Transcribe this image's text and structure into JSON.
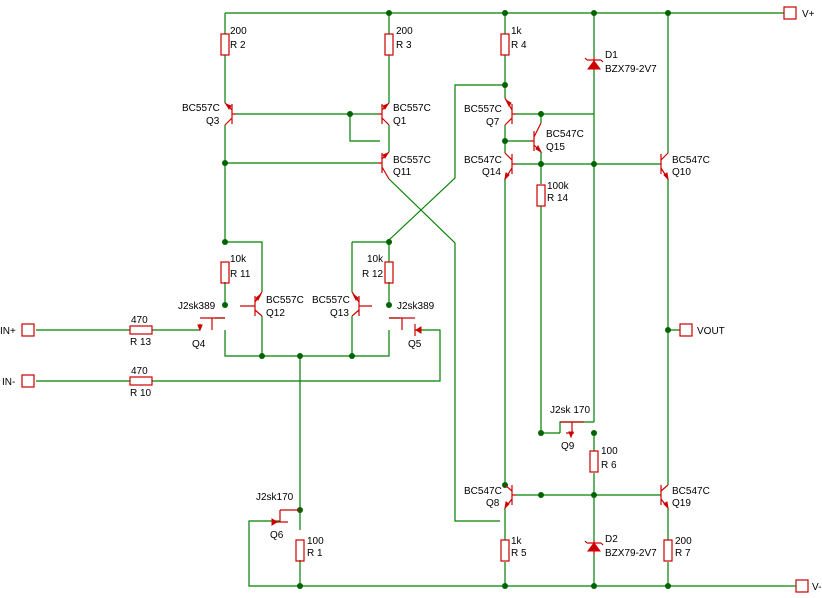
{
  "ports": {
    "vplus": "V+",
    "vminus": "V-",
    "vout": "VOUT",
    "inplus": "IN+",
    "inminus": "IN-"
  },
  "components": {
    "r2": {
      "value": "200",
      "ref": "R 2"
    },
    "r3": {
      "value": "200",
      "ref": "R 3"
    },
    "r4": {
      "value": "1k",
      "ref": "R 4"
    },
    "r11": {
      "value": "10k",
      "ref": "R 11"
    },
    "r12": {
      "value": "10k",
      "ref": "R 12"
    },
    "r13": {
      "value": "470",
      "ref": "R 13"
    },
    "r10": {
      "value": "470",
      "ref": "R 10"
    },
    "r14": {
      "value": "100k",
      "ref": "R 14"
    },
    "r6": {
      "value": "100",
      "ref": "R 6"
    },
    "r1": {
      "value": "100",
      "ref": "R 1"
    },
    "r5": {
      "value": "1k",
      "ref": "R 5"
    },
    "r7": {
      "value": "200",
      "ref": "R 7"
    },
    "d1": {
      "value": "BZX79-2V7",
      "ref": "D1"
    },
    "d2": {
      "value": "BZX79-2V7",
      "ref": "D2"
    },
    "q1": {
      "value": "BC557C",
      "ref": "Q1"
    },
    "q3": {
      "value": "BC557C",
      "ref": "Q3"
    },
    "q11": {
      "value": "BC557C",
      "ref": "Q11"
    },
    "q12": {
      "value": "BC557C",
      "ref": "Q12"
    },
    "q13": {
      "value": "BC557C",
      "ref": "Q13"
    },
    "q7": {
      "value": "BC557C",
      "ref": "Q7"
    },
    "q15": {
      "value": "BC547C",
      "ref": "Q15"
    },
    "q14": {
      "value": "BC547C",
      "ref": "Q14"
    },
    "q10": {
      "value": "BC547C",
      "ref": "Q10"
    },
    "q8": {
      "value": "BC547C",
      "ref": "Q8"
    },
    "q19": {
      "value": "BC547C",
      "ref": "Q19"
    },
    "q4": {
      "value": "J2sk389",
      "ref": "Q4"
    },
    "q5": {
      "value": "J2sk389",
      "ref": "Q5"
    },
    "q9": {
      "value": "J2sk 170",
      "ref": "Q9"
    },
    "q6": {
      "value": "J2sk170",
      "ref": "Q6"
    }
  },
  "colors": {
    "wire": "#008000",
    "component": "#cc0000",
    "junction": "#006400",
    "text": "#000000",
    "background": "#ffffff"
  }
}
